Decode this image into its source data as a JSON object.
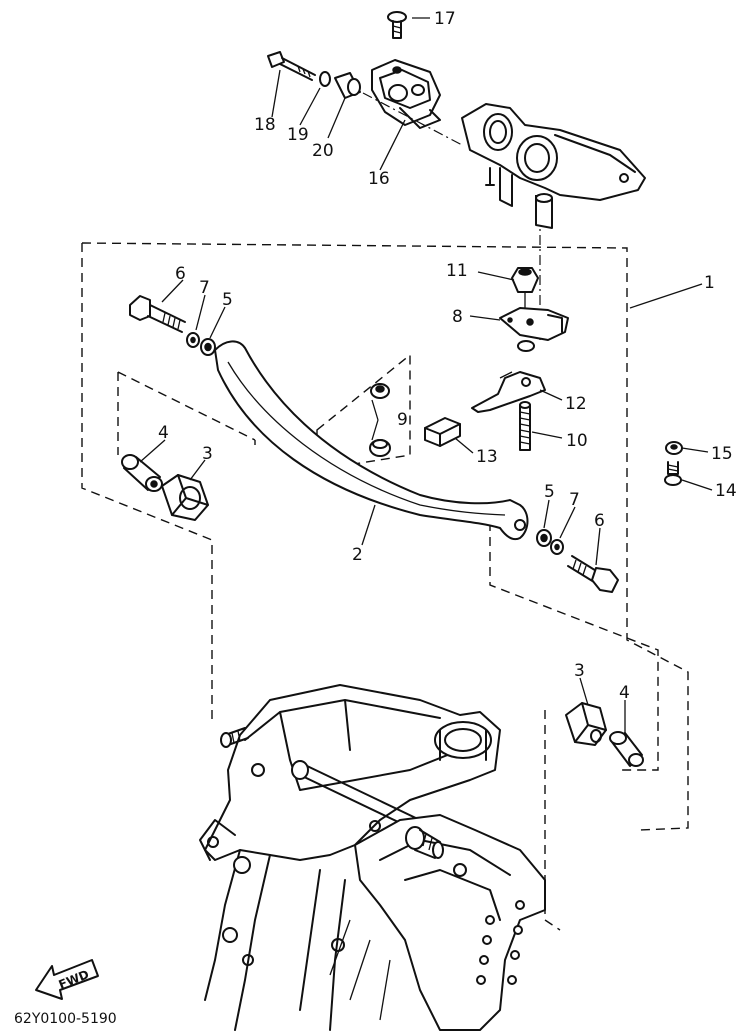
{
  "diagram": {
    "drawing_code": "62Y0100-5190",
    "direction_label": "FWD",
    "callouts": {
      "c1": "1",
      "c2": "2",
      "c3a": "3",
      "c3b": "3",
      "c4a": "4",
      "c4b": "4",
      "c5a": "5",
      "c5b": "5",
      "c6a": "6",
      "c6b": "6",
      "c7a": "7",
      "c7b": "7",
      "c8": "8",
      "c9": "9",
      "c10": "10",
      "c11": "11",
      "c12": "12",
      "c13": "13",
      "c14": "14",
      "c15": "15",
      "c16": "16",
      "c17": "17",
      "c18": "18",
      "c19": "19",
      "c20": "20"
    }
  }
}
